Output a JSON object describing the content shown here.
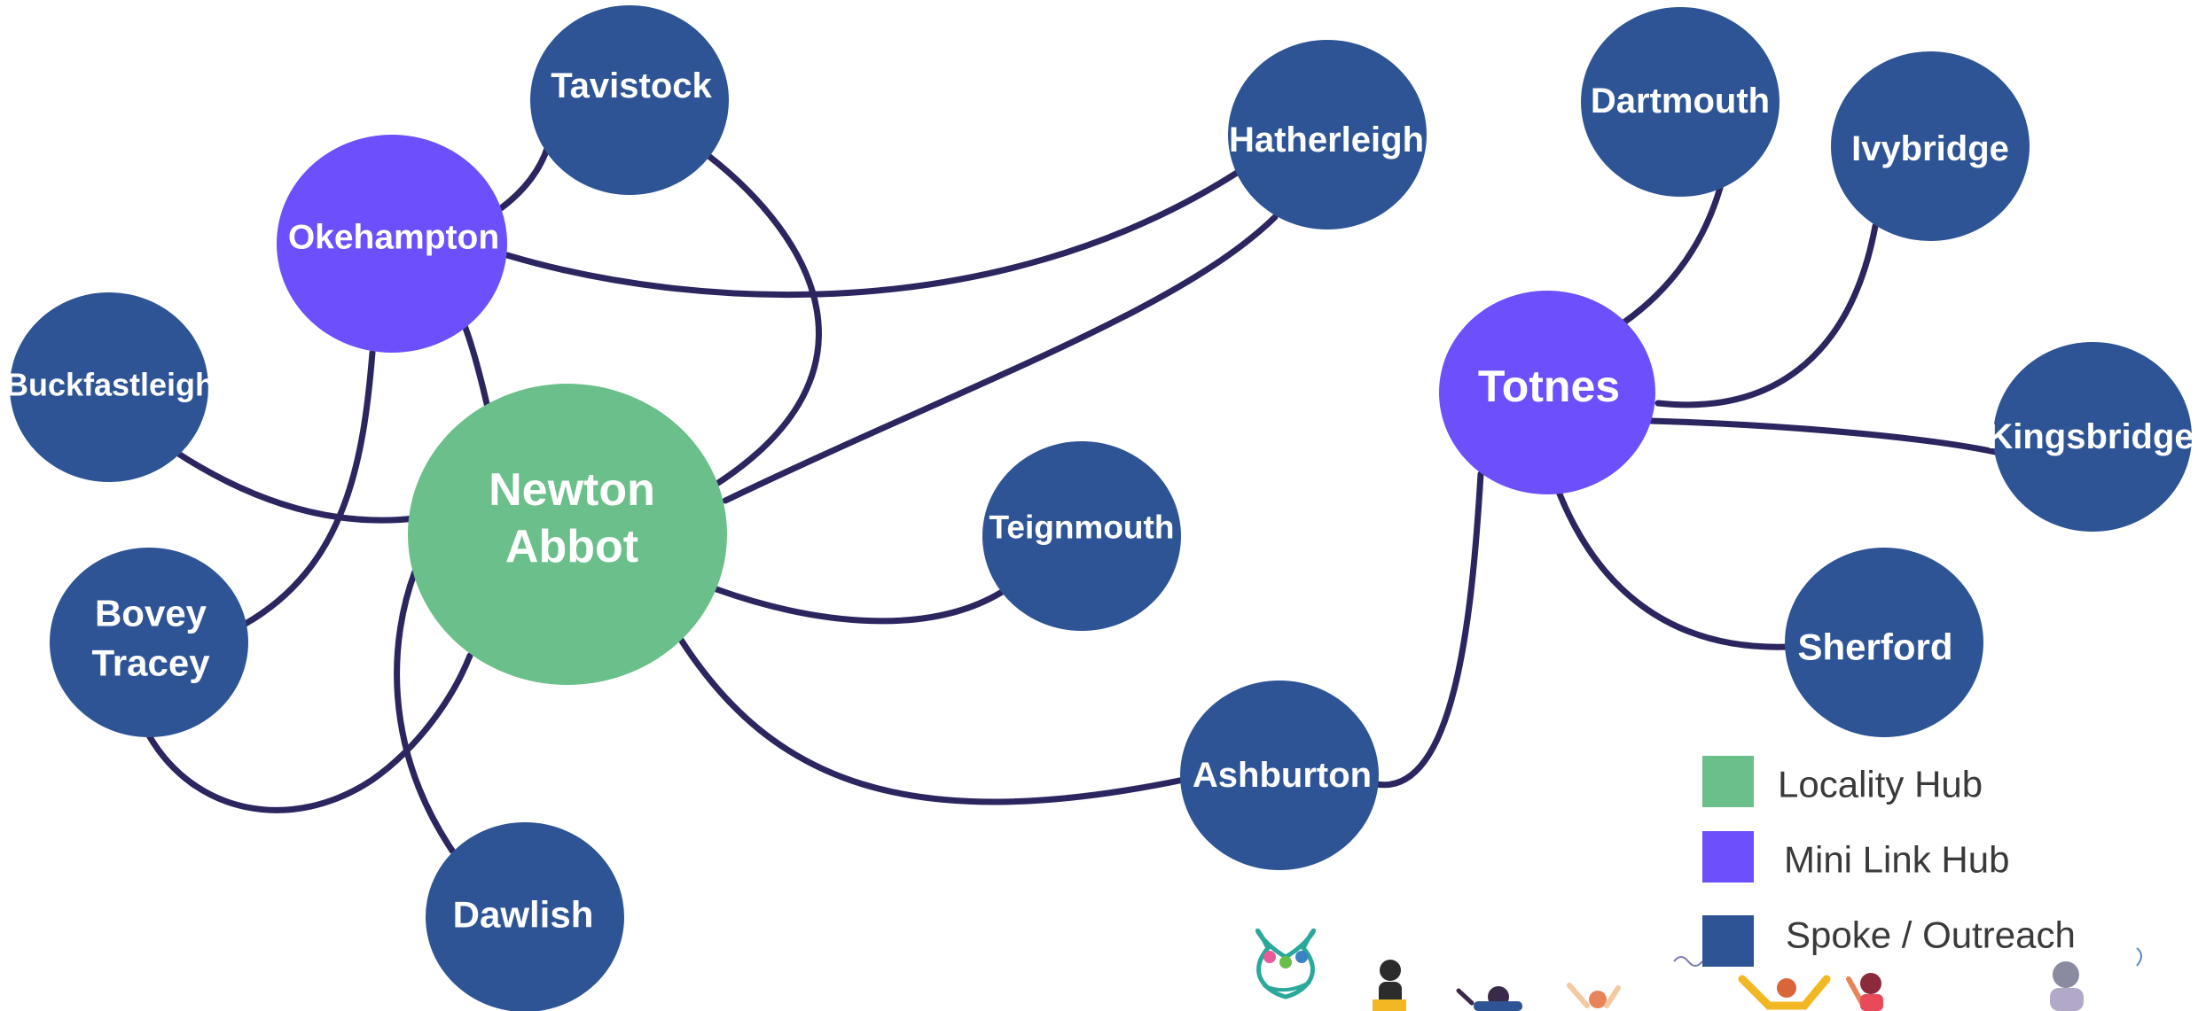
{
  "colors": {
    "locality_hub": "#6abf8b",
    "mini_link_hub": "#6d4ffb",
    "spoke": "#2e5495",
    "edge": "#2c2660"
  },
  "nodes": {
    "newton_abbot": {
      "line1": "Newton",
      "line2": "Abbot",
      "type": "Locality Hub"
    },
    "okehampton": {
      "label": "Okehampton",
      "type": "Mini Link Hub"
    },
    "totnes": {
      "label": "Totnes",
      "type": "Mini Link Hub"
    },
    "tavistock": {
      "label": "Tavistock",
      "type": "Spoke / Outreach"
    },
    "hatherleigh": {
      "label": "Hatherleigh",
      "type": "Spoke / Outreach"
    },
    "buckfastleigh": {
      "label": "Buckfastleigh",
      "type": "Spoke / Outreach"
    },
    "bovey_tracey": {
      "line1": "Bovey",
      "line2": "Tracey",
      "type": "Spoke / Outreach"
    },
    "teignmouth": {
      "label": "Teignmouth",
      "type": "Spoke / Outreach"
    },
    "dawlish": {
      "label": "Dawlish",
      "type": "Spoke / Outreach"
    },
    "ashburton": {
      "label": "Ashburton",
      "type": "Spoke / Outreach"
    },
    "dartmouth": {
      "label": "Dartmouth",
      "type": "Spoke / Outreach"
    },
    "ivybridge": {
      "label": "Ivybridge",
      "type": "Spoke / Outreach"
    },
    "kingsbridge": {
      "label": "Kingsbridge",
      "type": "Spoke / Outreach"
    },
    "sherford": {
      "label": "Sherford",
      "type": "Spoke / Outreach"
    }
  },
  "connections": [
    [
      "newton_abbot",
      "okehampton"
    ],
    [
      "newton_abbot",
      "tavistock"
    ],
    [
      "newton_abbot",
      "hatherleigh"
    ],
    [
      "newton_abbot",
      "buckfastleigh"
    ],
    [
      "newton_abbot",
      "bovey_tracey"
    ],
    [
      "newton_abbot",
      "teignmouth"
    ],
    [
      "newton_abbot",
      "dawlish"
    ],
    [
      "newton_abbot",
      "ashburton"
    ],
    [
      "okehampton",
      "tavistock"
    ],
    [
      "okehampton",
      "hatherleigh"
    ],
    [
      "okehampton",
      "bovey_tracey"
    ],
    [
      "totnes",
      "ashburton"
    ],
    [
      "totnes",
      "dartmouth"
    ],
    [
      "totnes",
      "ivybridge"
    ],
    [
      "totnes",
      "kingsbridge"
    ],
    [
      "totnes",
      "sherford"
    ]
  ],
  "legend": [
    {
      "label": "Locality Hub",
      "color": "#6abf8b"
    },
    {
      "label": "Mini Link Hub",
      "color": "#6d4ffb"
    },
    {
      "label": "Spoke / Outreach",
      "color": "#2e5495"
    }
  ],
  "decoration": {
    "illustration": "people-celebrating-illustration",
    "logo": "heart-people-logo"
  }
}
